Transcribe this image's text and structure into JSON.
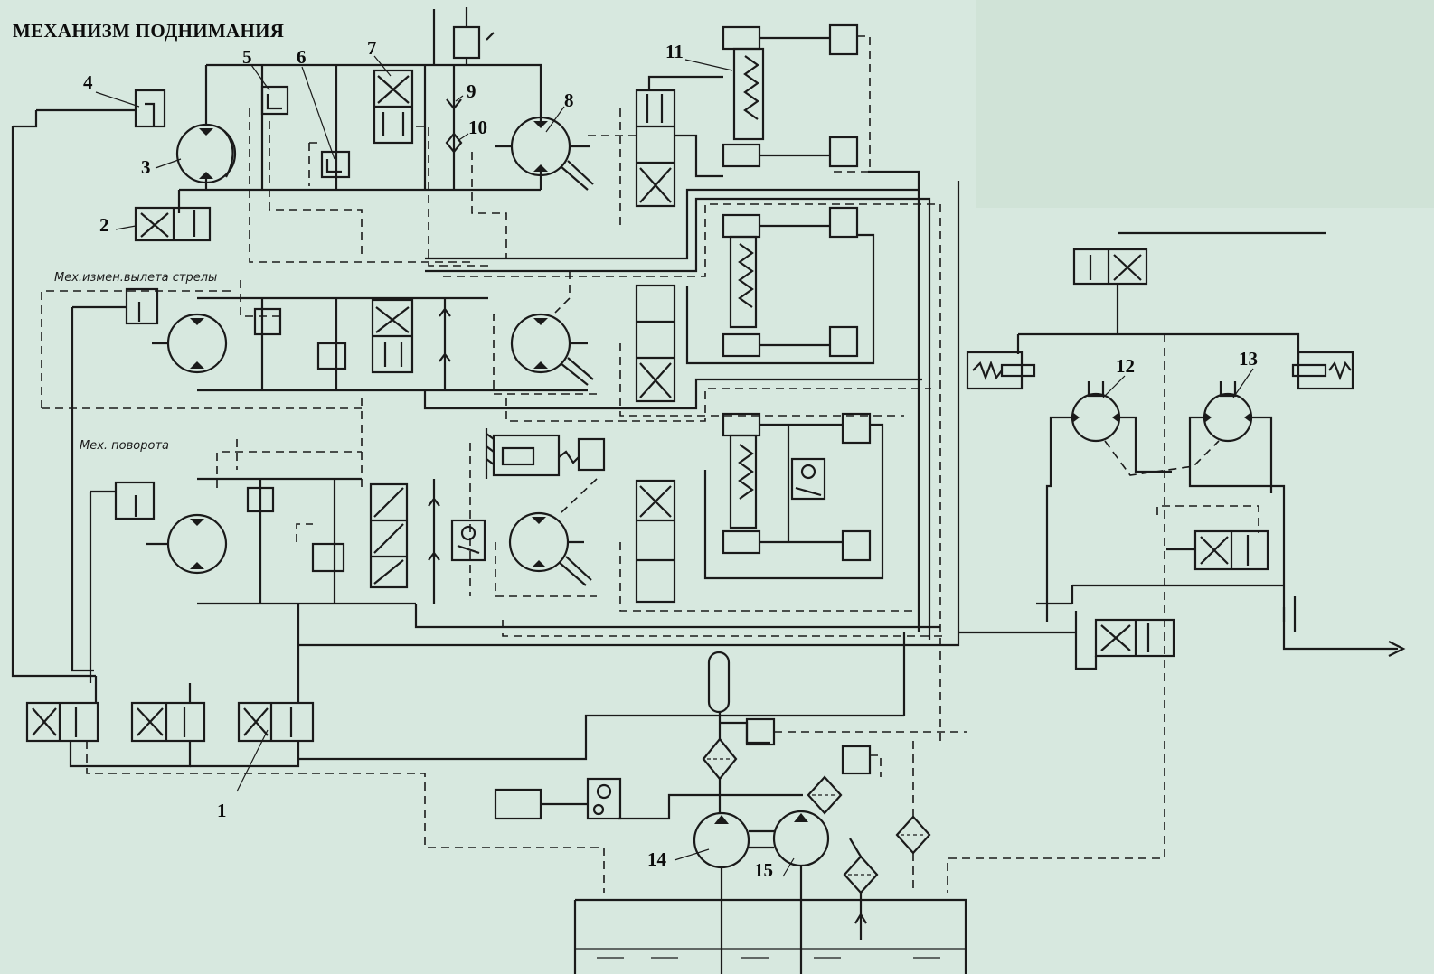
{
  "title": "МЕХАНИЗМ ПОДНИМАНИЯ",
  "sections": {
    "boom": "Мех.измен.вылета стрелы",
    "slewing": "Мех. поворота"
  },
  "callouts": [
    "1",
    "2",
    "3",
    "4",
    "5",
    "6",
    "7",
    "8",
    "9",
    "10",
    "11",
    "12",
    "13",
    "14",
    "15"
  ],
  "colors": {
    "paper": "#d7e8df",
    "ink": "#1a1a1a"
  }
}
